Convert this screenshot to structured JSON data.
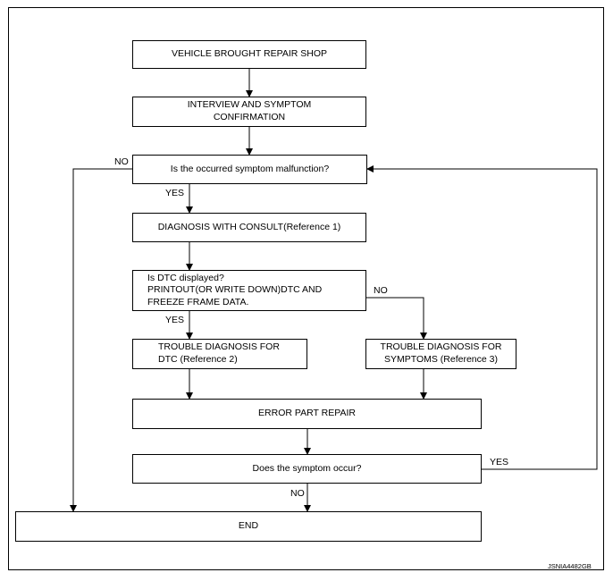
{
  "steps": {
    "brought": "VEHICLE BROUGHT REPAIR SHOP",
    "interview": "INTERVIEW AND SYMPTOM\nCONFIRMATION",
    "malfunction": "Is the occurred symptom malfunction?",
    "consult": "DIAGNOSIS WITH CONSULT(Reference 1)",
    "dtc_question": "Is DTC displayed?\nPRINTOUT(OR WRITE DOWN)DTC AND\nFREEZE FRAME DATA.",
    "dtc_diag": "TROUBLE DIAGNOSIS FOR\nDTC (Reference 2)",
    "symptom_diag": "TROUBLE DIAGNOSIS FOR\nSYMPTOMS (Reference 3)",
    "repair": "ERROR PART REPAIR",
    "occur": "Does the symptom occur?",
    "end": "END"
  },
  "labels": {
    "no_malfunction": "NO",
    "yes_malfunction": "YES",
    "no_dtc": "NO",
    "yes_dtc": "YES",
    "yes_occur": "YES",
    "no_occur": "NO"
  },
  "figure_code": "JSNIA4482GB"
}
